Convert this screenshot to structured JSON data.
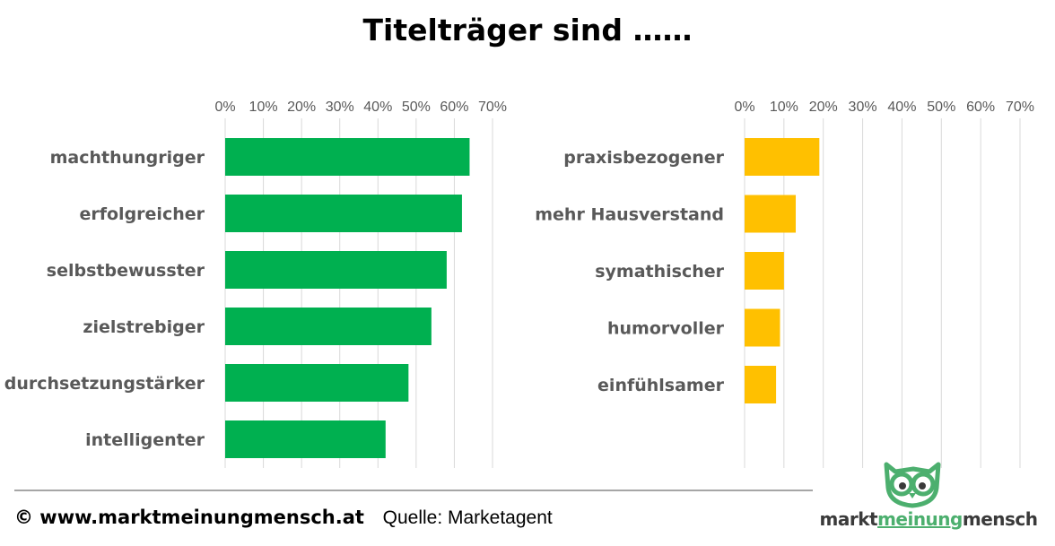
{
  "title": "Titelträger sind ……",
  "chart_data": [
    {
      "type": "bar",
      "orientation": "horizontal",
      "categories": [
        "machthungriger",
        "erfolgreicher",
        "selbstbewusster",
        "zielstrebiger",
        "durchsetzungstärker",
        "intelligenter"
      ],
      "values": [
        64,
        62,
        58,
        54,
        48,
        42
      ],
      "xlim": [
        0,
        70
      ],
      "ticks": [
        "0%",
        "10%",
        "20%",
        "30%",
        "40%",
        "50%",
        "60%",
        "70%"
      ],
      "grid": true,
      "color": "#00b050"
    },
    {
      "type": "bar",
      "orientation": "horizontal",
      "categories": [
        "praxisbezogener",
        "mehr Hausverstand",
        "symathischer",
        "humorvoller",
        "einfühlsamer"
      ],
      "values": [
        19,
        13,
        10,
        9,
        8
      ],
      "xlim": [
        0,
        70
      ],
      "ticks": [
        "0%",
        "10%",
        "20%",
        "30%",
        "40%",
        "50%",
        "60%",
        "70%"
      ],
      "grid": true,
      "color": "#ffc000"
    }
  ],
  "footer": {
    "copyright": "© www.marktmeinungmensch.at",
    "source": "Quelle: Marketagent"
  },
  "logo": {
    "part1": "markt",
    "part2": "meinung",
    "part3": "mensch"
  }
}
